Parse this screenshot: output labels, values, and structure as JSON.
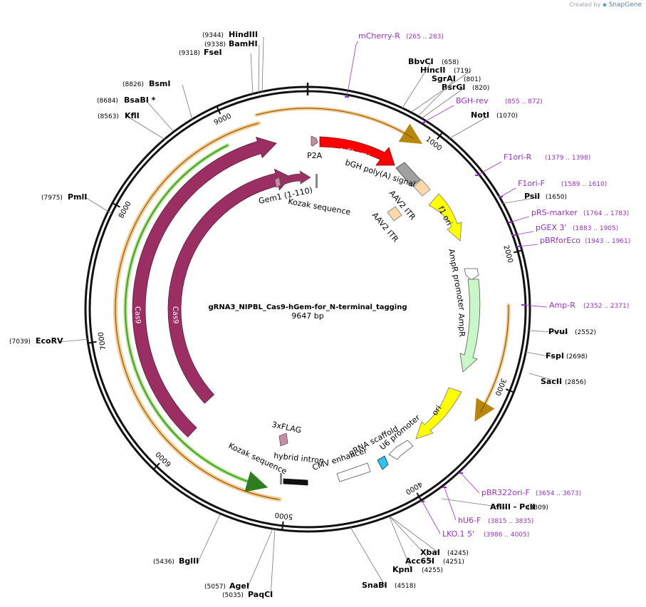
{
  "credit": {
    "prefix": "Created by",
    "brand": "SnapGene"
  },
  "plasmid": {
    "name": "gRNA3_NIPBL_Cas9-hGem-for_N-terminal_tagging",
    "length_label": "9647 bp",
    "length": 9647
  },
  "ticks": [
    "1000",
    "2000",
    "3000",
    "4000",
    "5000",
    "6000",
    "7000",
    "8000",
    "9000"
  ],
  "sites": [
    {
      "name": "HindIII",
      "pos": "(9344)"
    },
    {
      "name": "BamHI",
      "pos": "(9338)"
    },
    {
      "name": "FseI",
      "pos": "(9318)"
    },
    {
      "name": "BsmI",
      "pos": "(8826)"
    },
    {
      "name": "BsaBI *",
      "pos": "(8684)"
    },
    {
      "name": "KflI",
      "pos": "(8563)"
    },
    {
      "name": "PmlI",
      "pos": "(7975)"
    },
    {
      "name": "EcoRV",
      "pos": "(7039)"
    },
    {
      "name": "BglII",
      "pos": "(5436)"
    },
    {
      "name": "AgeI",
      "pos": "(5057)"
    },
    {
      "name": "PaqCI",
      "pos": "(5035)"
    },
    {
      "name": "SnaBI",
      "pos": "(4518)"
    },
    {
      "name": "KpnI",
      "pos": "(4255)"
    },
    {
      "name": "Acc65I",
      "pos": "(4251)"
    },
    {
      "name": "XbaI",
      "pos": "(4245)"
    },
    {
      "name": "AflIII - PciI",
      "pos": "(3809)"
    },
    {
      "name": "SacII",
      "pos": "(2856)"
    },
    {
      "name": "FspI",
      "pos": "(2698)"
    },
    {
      "name": "PvuI",
      "pos": "(2552)"
    },
    {
      "name": "PsiI",
      "pos": "(1650)"
    },
    {
      "name": "NotI",
      "pos": "(1070)"
    },
    {
      "name": "BsrGI",
      "pos": "(820)"
    },
    {
      "name": "SgrAI",
      "pos": "(801)"
    },
    {
      "name": "HincII",
      "pos": "(719)"
    },
    {
      "name": "BbvCI",
      "pos": "(658)"
    }
  ],
  "primers": [
    {
      "name": "mCherry-R",
      "pos": "(265 .. 283)"
    },
    {
      "name": "BGH-rev",
      "pos": "(855 .. 872)"
    },
    {
      "name": "F1ori-R",
      "pos": "(1379 .. 1398)"
    },
    {
      "name": "F1ori-F",
      "pos": "(1589 .. 1610)"
    },
    {
      "name": "pRS-marker",
      "pos": "(1764 .. 1783)"
    },
    {
      "name": "pGEX 3'",
      "pos": "(1883 .. 1905)"
    },
    {
      "name": "pBRforEco",
      "pos": "(1943 .. 1961)"
    },
    {
      "name": "Amp-R",
      "pos": "(2352 .. 2371)"
    },
    {
      "name": "pBR322ori-F",
      "pos": "(3654 .. 3673)"
    },
    {
      "name": "hU6-F",
      "pos": "(3815 .. 3835)"
    },
    {
      "name": "LKO.1 5'",
      "pos": "(3986 .. 4005)"
    }
  ],
  "features": {
    "p2a": "P2A",
    "mcherry": "mCherry",
    "bgh": "bGH poly(A) signal",
    "aav2_itr_1": "AAV2 ITR",
    "aav2_itr_2": "AAV2 ITR",
    "f1ori": "f1 ori",
    "ampr_promoter": "AmpR promoter",
    "ampr": "AmpR",
    "ori": "ori",
    "u6": "U6 promoter",
    "grna": "gRNA scaffold",
    "cmv": "CMV enhancer",
    "hybrid_intron": "hybrid intron",
    "kozak_1": "Kozak sequence",
    "kozak_2": "Kozak sequence",
    "flag": "3xFLAG",
    "gem1": "Gem1 (1-110)",
    "cas9_outer": "Cas9",
    "cas9_inner": "Cas9"
  },
  "colors": {
    "mcherry": "#ff0000",
    "bgh": "#a0a0a0",
    "itr": "#ffd8a8",
    "f1ori": "#ffff00",
    "ampr": "#c8f8c8",
    "ori": "#ffff00",
    "u6": "#ffffff",
    "grna": "#2ec4f0",
    "cas9": "#9b2f63",
    "flag": "#c98aa6",
    "orf_orange": "#f6c27a",
    "orf_green": "#8fdc5a",
    "primer": "#9a30c8"
  }
}
